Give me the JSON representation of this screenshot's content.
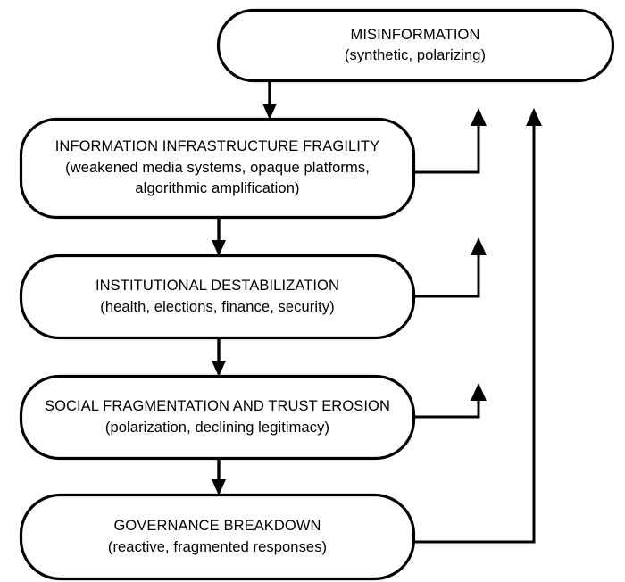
{
  "diagram": {
    "type": "flowchart-cascade-with-feedback",
    "orientation": "vertical",
    "background_color": "#ffffff",
    "stroke_color": "#000000",
    "fill_color": "#ffffff",
    "nodes": [
      {
        "id": "misinformation",
        "title": "MISINFORMATION",
        "subtitle_lines": [
          "(synthetic, polarizing)"
        ],
        "shape": "rounded-pill"
      },
      {
        "id": "information-infrastructure-fragility",
        "title": "INFORMATION INFRASTRUCTURE FRAGILITY",
        "subtitle_lines": [
          "(weakened media systems, opaque platforms,",
          "algorithmic amplification)"
        ],
        "shape": "rounded-pill"
      },
      {
        "id": "institutional-destabilization",
        "title": "INSTITUTIONAL DESTABILIZATION",
        "subtitle_lines": [
          "(health, elections, finance, security)"
        ],
        "shape": "rounded-pill"
      },
      {
        "id": "social-fragmentation-and-trust-erosion",
        "title": "SOCIAL FRAGMENTATION AND TRUST EROSION",
        "subtitle_lines": [
          "(polarization, declining legitimacy)"
        ],
        "shape": "rounded-pill"
      },
      {
        "id": "governance-breakdown",
        "title": "GOVERNANCE BREAKDOWN",
        "subtitle_lines": [
          "(reactive, fragmented responses)"
        ],
        "shape": "rounded-pill"
      }
    ],
    "edges": [
      {
        "id": "e1",
        "from": "misinformation",
        "to": "information-infrastructure-fragility",
        "kind": "forward-down"
      },
      {
        "id": "e2",
        "from": "information-infrastructure-fragility",
        "to": "institutional-destabilization",
        "kind": "forward-down"
      },
      {
        "id": "e3",
        "from": "institutional-destabilization",
        "to": "social-fragmentation-and-trust-erosion",
        "kind": "forward-down"
      },
      {
        "id": "e4",
        "from": "social-fragmentation-and-trust-erosion",
        "to": "governance-breakdown",
        "kind": "forward-down"
      },
      {
        "id": "f1",
        "from": "information-infrastructure-fragility",
        "to": "upward-feedback",
        "kind": "feedback-elbow-up"
      },
      {
        "id": "f2",
        "from": "institutional-destabilization",
        "to": "upward-feedback",
        "kind": "feedback-elbow-up"
      },
      {
        "id": "f3",
        "from": "social-fragmentation-and-trust-erosion",
        "to": "upward-feedback",
        "kind": "feedback-elbow-up"
      },
      {
        "id": "f4",
        "from": "governance-breakdown",
        "to": "upward-feedback-long",
        "kind": "feedback-elbow-up-long"
      }
    ]
  }
}
